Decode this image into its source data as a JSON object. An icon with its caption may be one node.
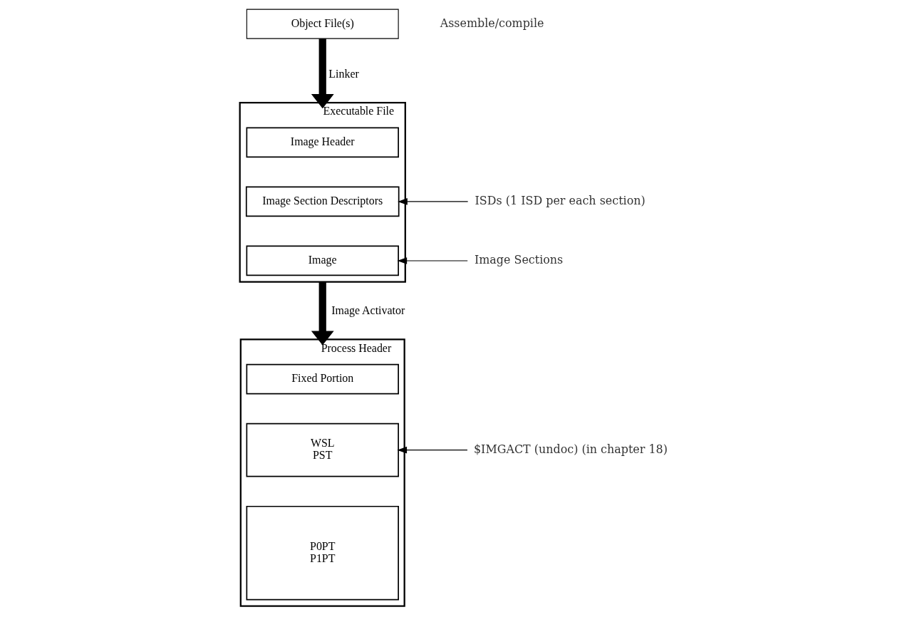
{
  "diagram": {
    "nodes": [
      {
        "text": [
          "Object File(s)"
        ]
      },
      {
        "text": [
          "Executable File"
        ]
      },
      {
        "text": [
          "Image Header"
        ],
        "in": 1
      },
      {
        "text": [
          "Image Section Descriptors"
        ],
        "in": 1
      },
      {
        "text": [
          "Image"
        ],
        "in": 1
      },
      {
        "text": [
          "Process Header"
        ]
      },
      {
        "text": [
          "Fixed Portion"
        ],
        "in": 5
      },
      {
        "text": [
          "WSL",
          "PST"
        ],
        "in": 5
      },
      {
        "text": [
          "P0PT",
          "P1PT"
        ],
        "in": 5
      },
      {
        "text": [
          "ISDs (1 ISD per each section)"
        ]
      },
      {
        "text": [
          "Image Sections"
        ]
      },
      {
        "text": [
          "$IMGACT (undoc) (in chapter 18)"
        ]
      }
    ],
    "edges": [
      {
        "from": 0,
        "to": 1,
        "arrow": "to",
        "label": "Linker",
        "style": "thick"
      },
      {
        "from": 1,
        "to": 5,
        "arrow": "to",
        "label": "Image Activator",
        "style": "thick"
      },
      {
        "from": 9,
        "to": 3,
        "arrow": "to"
      },
      {
        "from": 10,
        "to": 4,
        "arrow": "to"
      },
      {
        "from": 11,
        "to": 7,
        "arrow": "to"
      }
    ],
    "labels": [
      "Assemble/compile"
    ]
  }
}
